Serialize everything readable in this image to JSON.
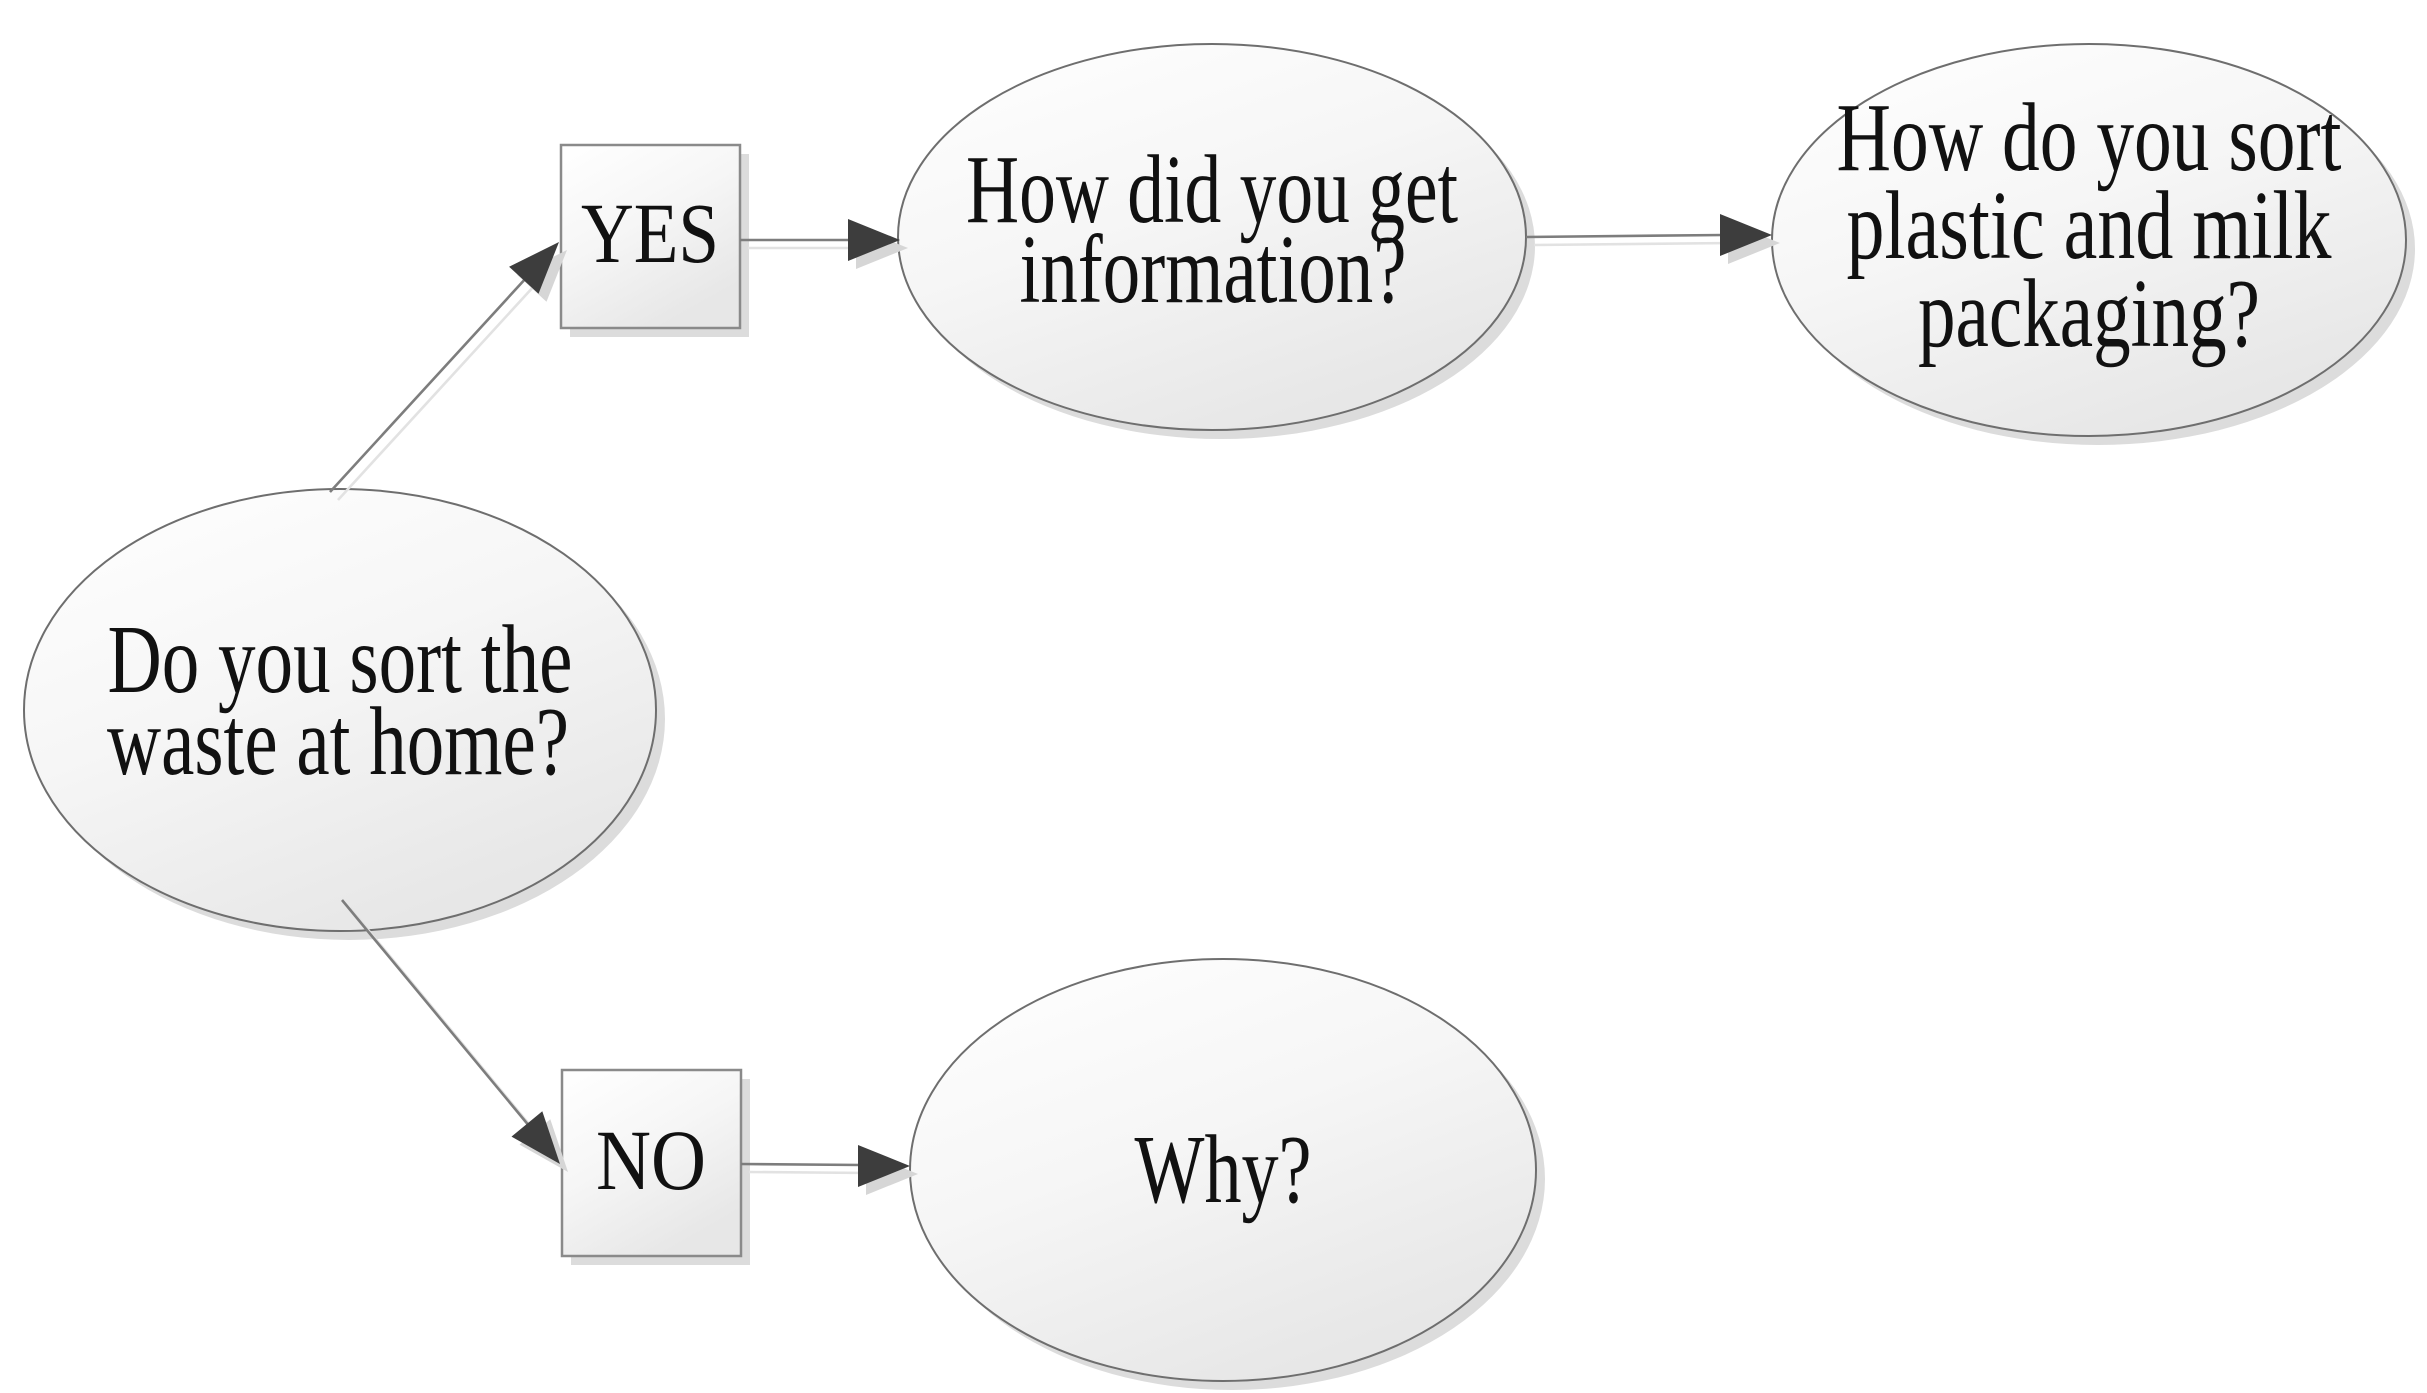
{
  "figure": {
    "type": "flowchart",
    "title": "Waste sorting survey flowchart",
    "background": "#ffffff"
  },
  "colors": {
    "shape_fill_top": "#ffffff",
    "shape_fill_bottom": "#e7e7e7",
    "ellipse_border": "#6e6e6e",
    "box_border": "#8a8a8a",
    "connector_line": "#7d7d7d",
    "arrowhead": "#3d3d3d",
    "shadow": "#dcdcdc",
    "text": "#111111"
  },
  "nodes": {
    "start": {
      "shape": "ellipse",
      "lines": [
        "Do you sort the",
        "waste at home?"
      ]
    },
    "yes": {
      "shape": "rect",
      "label": "YES"
    },
    "info": {
      "shape": "ellipse",
      "lines": [
        "How did you get",
        "information?"
      ]
    },
    "sort": {
      "shape": "ellipse",
      "lines": [
        "How do you sort",
        "plastic and milk",
        "packaging?"
      ]
    },
    "no": {
      "shape": "rect",
      "label": "NO"
    },
    "why": {
      "shape": "ellipse",
      "lines": [
        "Why?"
      ]
    }
  },
  "edges": [
    {
      "from": "start",
      "to": "yes"
    },
    {
      "from": "yes",
      "to": "info"
    },
    {
      "from": "info",
      "to": "sort"
    },
    {
      "from": "start",
      "to": "no"
    },
    {
      "from": "no",
      "to": "why"
    }
  ]
}
